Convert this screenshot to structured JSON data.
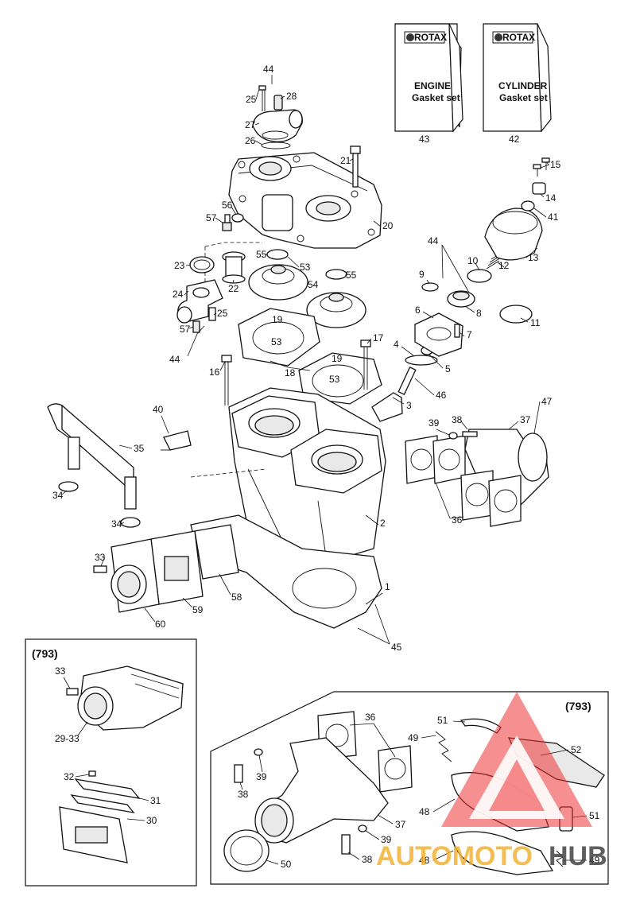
{
  "gasket_sets": [
    {
      "brand": "ROTAX",
      "title": "ENGINE",
      "subtitle": "Gasket set",
      "ref": "43"
    },
    {
      "brand": "ROTAX",
      "title": "CYLINDER",
      "subtitle": "Gasket set",
      "ref": "42"
    }
  ],
  "callouts": {
    "c1": "1",
    "c2": "2",
    "c3": "3",
    "c4": "4",
    "c5": "5",
    "c6": "6",
    "c7": "7",
    "c8": "8",
    "c9": "9",
    "c10": "10",
    "c11": "11",
    "c12": "12",
    "c13": "13",
    "c14": "14",
    "c15": "15",
    "c16": "16",
    "c17": "17",
    "c18": "18",
    "c19a": "19",
    "c19b": "19",
    "c20": "20",
    "c21": "21",
    "c22": "22",
    "c23": "23",
    "c24": "24",
    "c25a": "25",
    "c25b": "25",
    "c26": "26",
    "c27": "27",
    "c28": "28",
    "c33": "33",
    "c34a": "34",
    "c34b": "34",
    "c35": "35",
    "c36": "36",
    "c37": "37",
    "c38": "38",
    "c39": "39",
    "c40": "40",
    "c41": "41",
    "c44a": "44",
    "c44b": "44",
    "c44c": "44",
    "c45": "45",
    "c46": "46",
    "c47": "47",
    "c53a": "53",
    "c53b": "53",
    "c53c": "53",
    "c54": "54",
    "c55a": "55",
    "c55b": "55",
    "c56": "56",
    "c57a": "57",
    "c57b": "57",
    "c58": "58",
    "c59": "59",
    "c60": "60"
  },
  "inset_left": {
    "variant": "(793)",
    "labels": {
      "a33": "33",
      "a2933": "29-33",
      "a32": "32",
      "a31": "31",
      "a30": "30"
    }
  },
  "inset_right": {
    "variant": "(793)",
    "labels": {
      "b36": "36",
      "b39a": "39",
      "b38a": "38",
      "b37": "37",
      "b39b": "39",
      "b38b": "38",
      "b50": "50",
      "b51a": "51",
      "b49a": "49",
      "b52": "52",
      "b48a": "48",
      "b51b": "51",
      "b48b": "48",
      "b49b": "49"
    }
  },
  "watermark": {
    "part1": "AUTOMOTO",
    "part2": "HUB"
  },
  "colors": {
    "watermark": "#e33333",
    "watermark_text": "#f2b233",
    "ink": "#111111"
  }
}
